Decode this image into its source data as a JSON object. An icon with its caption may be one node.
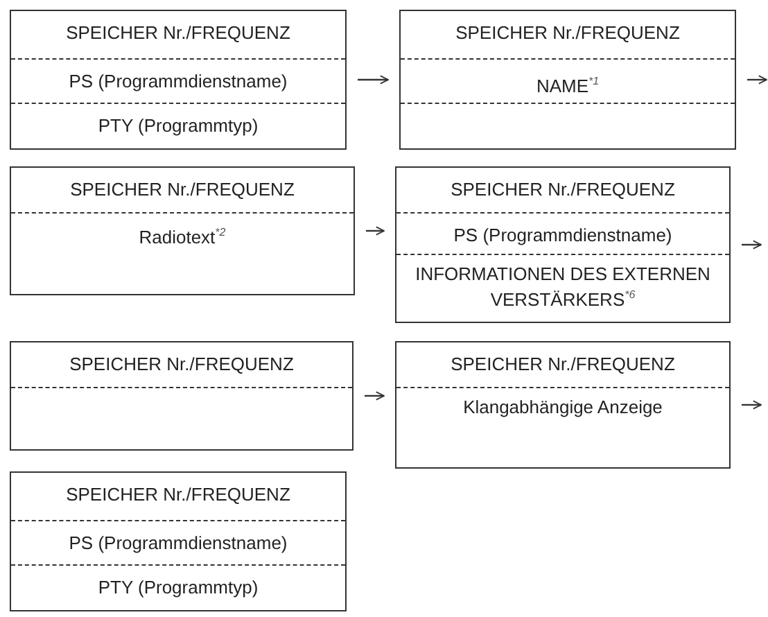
{
  "diagram": {
    "nodes": [
      {
        "text": [
          "SPEICHER Nr./FREQUENZ",
          "PS (Programmdienstname)",
          "PTY (Programmtyp)"
        ]
      },
      {
        "text": [
          "SPEICHER Nr./FREQUENZ",
          "NAME$^{*1}$"
        ]
      },
      {
        "text": [
          "SPEICHER Nr./FREQUENZ",
          "Radiotext$^{*2}$"
        ]
      },
      {
        "text": [
          "SPEICHER Nr./FREQUENZ",
          "PS (Programmdienstname)",
          "INFORMATIONEN DES EXTERNEN VERSTÄRKERS$^{*6}$"
        ]
      },
      {
        "text": [
          "SPEICHER Nr./FREQUENZ"
        ]
      },
      {
        "text": [
          "SPEICHER Nr./FREQUENZ",
          "Klangabhängige Anzeige"
        ]
      },
      {
        "text": [
          "SPEICHER Nr./FREQUENZ",
          "PS (Programmdienstname)",
          "PTY (Programmtyp)"
        ]
      }
    ],
    "edges": [
      {
        "from": 0,
        "to": 1,
        "arrow": "to"
      },
      {
        "from": 1,
        "to": null,
        "arrow": "to"
      },
      {
        "from": 2,
        "to": 3,
        "arrow": "to"
      },
      {
        "from": 3,
        "to": null,
        "arrow": "to"
      },
      {
        "from": 4,
        "to": 5,
        "arrow": "to"
      },
      {
        "from": 5,
        "to": null,
        "arrow": "to"
      }
    ]
  }
}
